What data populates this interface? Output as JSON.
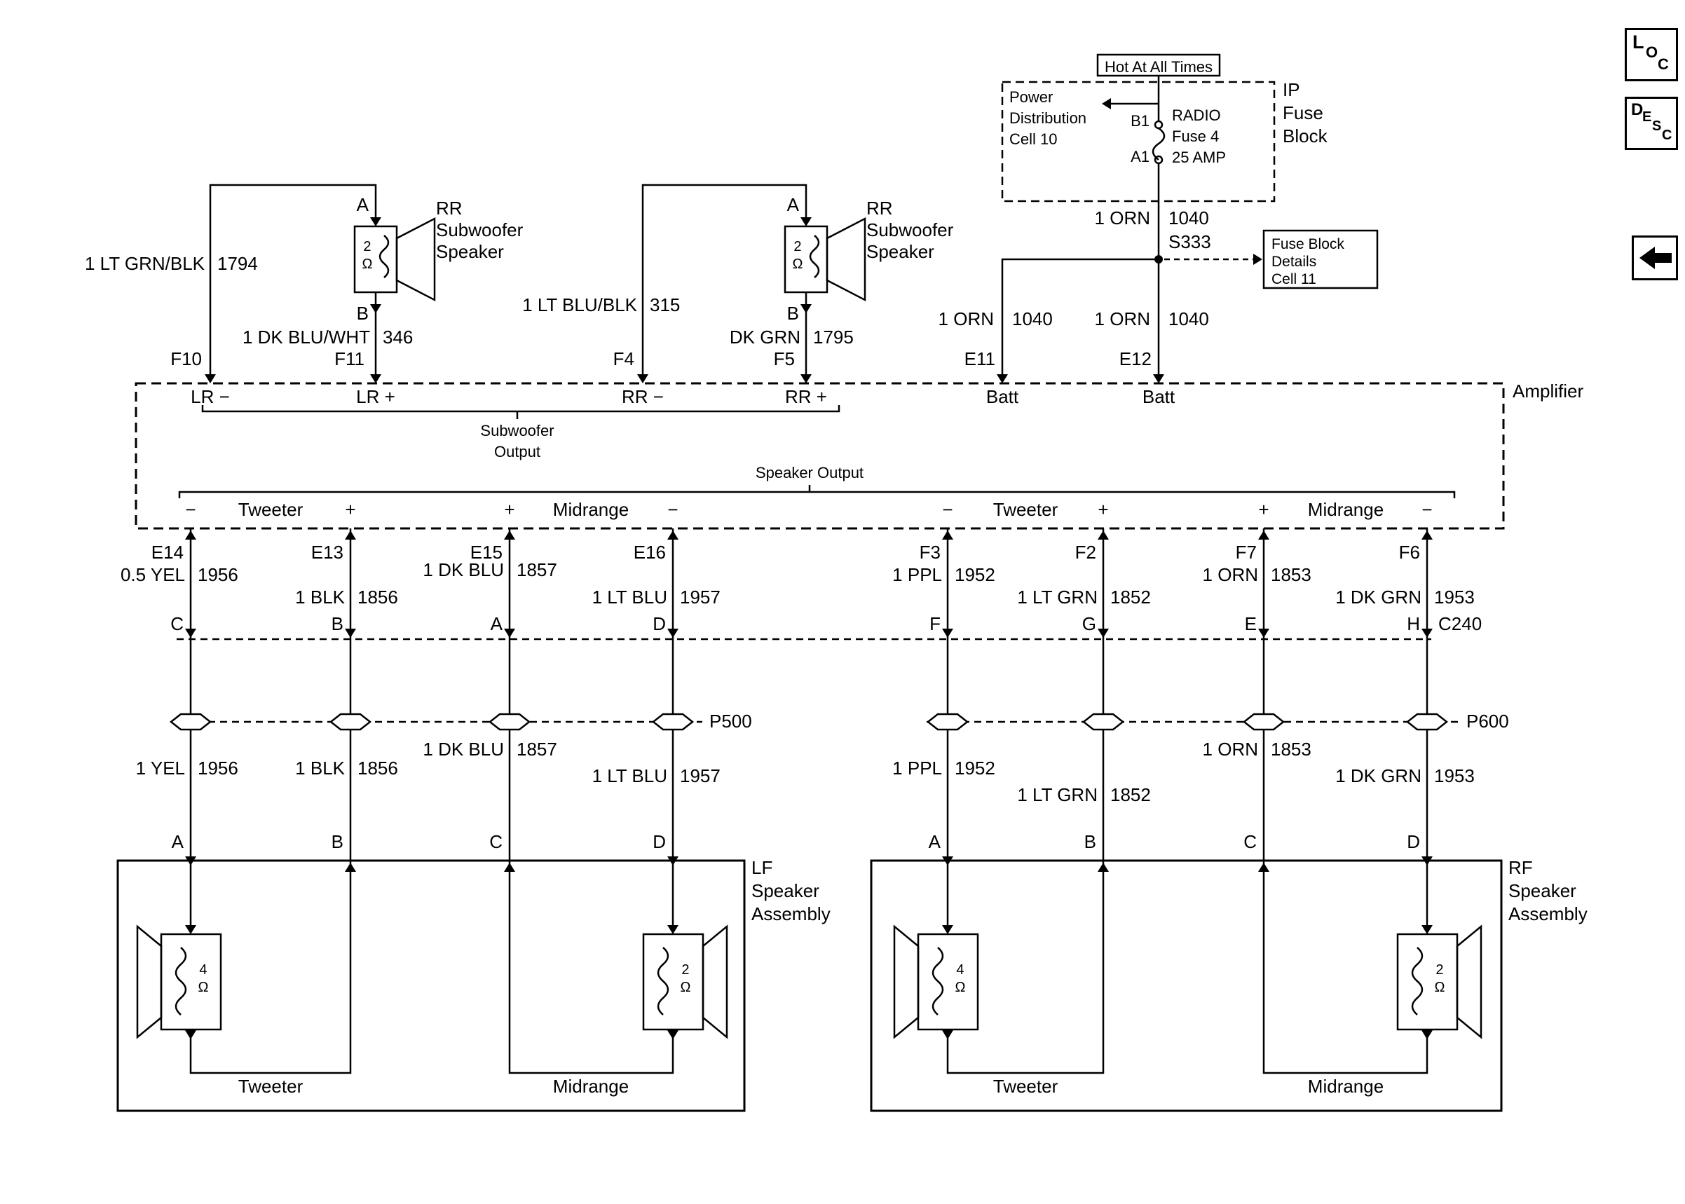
{
  "power_feed": {
    "hot": "Hot At All Times",
    "source": "Power\nDistribution\nCell 10",
    "terminal_b1": "B1",
    "terminal_a1": "A1",
    "fuse": "RADIO\nFuse 4\n25 AMP",
    "block": "IP\nFuse\nBlock",
    "wire": {
      "color": "1 ORN",
      "circuit": "1040"
    },
    "splice": "S333",
    "details": "Fuse Block\nDetails\nCell 11"
  },
  "subwoofer_left": {
    "name": "RR\nSubwoofer\nSpeaker",
    "impedance": "2\nΩ",
    "terminal_a": "A",
    "terminal_b": "B",
    "wire_a": {
      "color": "1 LT GRN/BLK",
      "circuit": "1794"
    },
    "wire_b": {
      "color": "1 DK BLU/WHT",
      "circuit": "346"
    },
    "pin_a": "F10",
    "pin_b": "F11",
    "amp_term_a": "LR −",
    "amp_term_b": "LR +"
  },
  "subwoofer_right": {
    "name": "RR\nSubwoofer\nSpeaker",
    "impedance": "2\nΩ",
    "terminal_a": "A",
    "terminal_b": "B",
    "wire_a": {
      "color": "1 LT BLU/BLK",
      "circuit": "315"
    },
    "wire_b": {
      "color": "DK GRN",
      "circuit": "1795"
    },
    "pin_a": "F4",
    "pin_b": "F5",
    "amp_term_a": "RR −",
    "amp_term_b": "RR +"
  },
  "battery": {
    "left": {
      "pin": "E11",
      "color": "1 ORN",
      "circuit": "1040",
      "term": "Batt"
    },
    "right": {
      "pin": "E12",
      "color": "1 ORN",
      "circuit": "1040",
      "term": "Batt"
    }
  },
  "amplifier": {
    "name": "Amplifier",
    "subwoofer_output": "Subwoofer\nOutput",
    "speaker_output": "Speaker Output"
  },
  "terms": [
    "−",
    "Tweeter",
    "+",
    "+",
    "Midrange",
    "−",
    "−",
    "Tweeter",
    "+",
    "+",
    "Midrange",
    "−"
  ],
  "channels": [
    {
      "amp_pin": "E14",
      "upper_color": "0.5 YEL",
      "upper_circuit": "1956",
      "c240_pin": "C",
      "lower_color": "1 YEL",
      "lower_circuit": "1956",
      "asm_pin": "A"
    },
    {
      "amp_pin": "E13",
      "upper_color": "1 BLK",
      "upper_circuit": "1856",
      "c240_pin": "B",
      "lower_color": "1 BLK",
      "lower_circuit": "1856",
      "asm_pin": "B"
    },
    {
      "amp_pin": "E15",
      "upper_color": "1 DK BLU",
      "upper_circuit": "1857",
      "c240_pin": "A",
      "lower_color": "1 DK BLU",
      "lower_circuit": "1857",
      "asm_pin": "C"
    },
    {
      "amp_pin": "E16",
      "upper_color": "1 LT BLU",
      "upper_circuit": "1957",
      "c240_pin": "D",
      "lower_color": "1 LT BLU",
      "lower_circuit": "1957",
      "asm_pin": "D"
    },
    {
      "amp_pin": "F3",
      "upper_color": "1 PPL",
      "upper_circuit": "1952",
      "c240_pin": "F",
      "lower_color": "1 PPL",
      "lower_circuit": "1952",
      "asm_pin": "A"
    },
    {
      "amp_pin": "F2",
      "upper_color": "1 LT GRN",
      "upper_circuit": "1852",
      "c240_pin": "G",
      "lower_color": "1 LT GRN",
      "lower_circuit": "1852",
      "asm_pin": "B"
    },
    {
      "amp_pin": "F7",
      "upper_color": "1 ORN",
      "upper_circuit": "1853",
      "c240_pin": "E",
      "lower_color": "1 ORN",
      "lower_circuit": "1853",
      "asm_pin": "C"
    },
    {
      "amp_pin": "F6",
      "upper_color": "1 DK GRN",
      "upper_circuit": "1953",
      "c240_pin": "H",
      "lower_color": "1 DK GRN",
      "lower_circuit": "1953",
      "asm_pin": "D"
    }
  ],
  "connectors": {
    "c240": "C240",
    "p500": "P500",
    "p600": "P600"
  },
  "lf": {
    "name": "LF\nSpeaker\nAssembly",
    "tweeter": "Tweeter",
    "midrange": "Midrange",
    "tweeter_imp": "4\nΩ",
    "midrange_imp": "2\nΩ"
  },
  "rf": {
    "name": "RF\nSpeaker\nAssembly",
    "tweeter": "Tweeter",
    "midrange": "Midrange",
    "tweeter_imp": "4\nΩ",
    "midrange_imp": "2\nΩ"
  },
  "corner": {
    "loc": [
      "L",
      "O",
      "C"
    ],
    "desc": [
      "D",
      "E",
      "S",
      "C"
    ]
  }
}
